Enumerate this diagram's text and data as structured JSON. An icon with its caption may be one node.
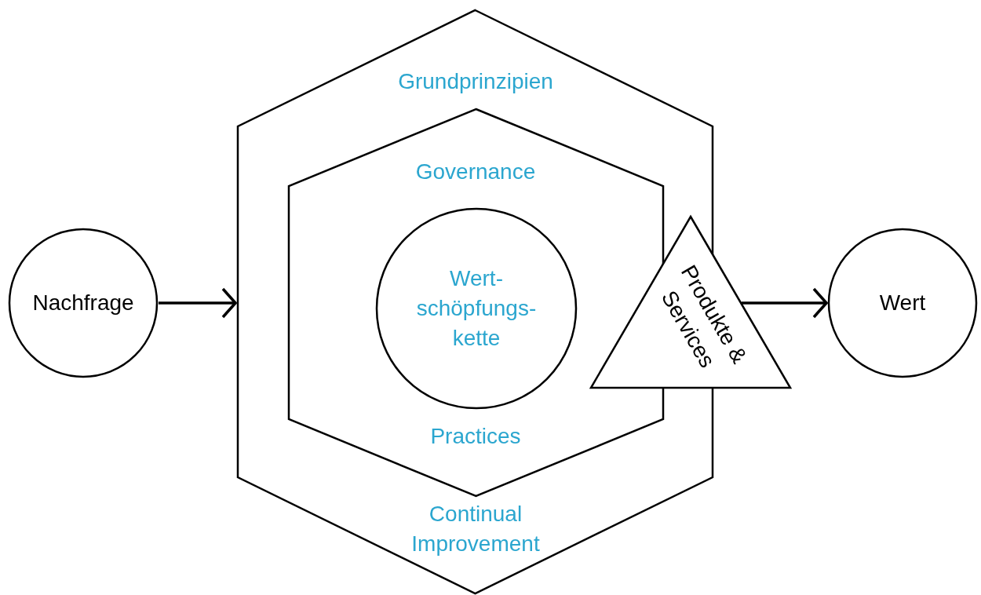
{
  "diagram": {
    "nodes": [
      {
        "text": [
          "Nachfrage"
        ]
      },
      {
        "text": [
          "Grundprinzipien",
          "Continual Improvement"
        ]
      },
      {
        "text": [
          "Governance",
          "Practices"
        ],
        "in": 1
      },
      {
        "text": [
          "Wert- schöpfungs- kette"
        ],
        "in": 2
      },
      {
        "text": [
          "Produkte & Services"
        ]
      },
      {
        "text": [
          "Wert"
        ]
      }
    ],
    "edges": [
      {
        "from": 0,
        "to": 1,
        "arrow": "to"
      },
      {
        "from": 4,
        "to": 5,
        "arrow": "to"
      }
    ]
  }
}
